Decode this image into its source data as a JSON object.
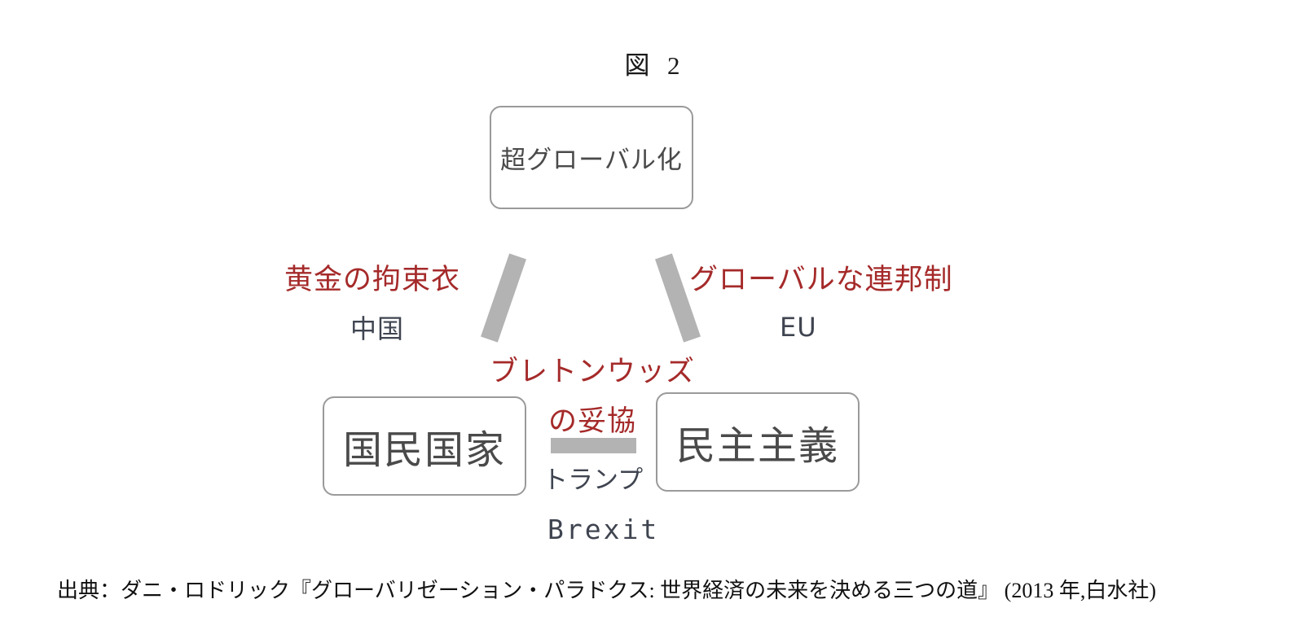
{
  "figure": {
    "title": "図  2",
    "source_caption": "出典：ダニ・ロドリック『グローバリゼーション・パラドクス: 世界経済の未来を決める三つの道』 (2013 年,白水社)"
  },
  "colors": {
    "red_accent": "#a52a2a",
    "node_border": "#9a9a9a",
    "node_text": "#4a4a4a",
    "connector_gray": "#b3b3b3",
    "secondary_text": "#3f4450",
    "background": "#ffffff"
  },
  "nodes": [
    {
      "id": "hyperglobalization",
      "label": "超グローバル化",
      "position": "top"
    },
    {
      "id": "nation-state",
      "label": "国民国家",
      "position": "bottom-left"
    },
    {
      "id": "democracy",
      "label": "民主主義",
      "position": "bottom-right"
    }
  ],
  "edges": [
    {
      "id": "golden-straitjacket",
      "between": [
        "nation-state",
        "hyperglobalization"
      ],
      "label": "黄金の拘束衣",
      "example": "中国",
      "label_color": "#a52a2a"
    },
    {
      "id": "global-federalism",
      "between": [
        "hyperglobalization",
        "democracy"
      ],
      "label": "グローバルな連邦制",
      "example": "EU",
      "label_color": "#a52a2a"
    },
    {
      "id": "bretton-woods-compromise",
      "between": [
        "nation-state",
        "democracy"
      ],
      "label_line1": "ブレトンウッズ",
      "label_line2": "の妥協",
      "example_1": "トランプ",
      "example_2": "Brexit",
      "label_color": "#a52a2a"
    }
  ],
  "chart_data": {
    "type": "diagram",
    "title": "図  2",
    "subtype": "trilemma-triangle",
    "vertices": [
      "超グローバル化",
      "国民国家",
      "民主主義"
    ],
    "edges": [
      {
        "name": "黄金の拘束衣",
        "endpoints": [
          "国民国家",
          "超グローバル化"
        ],
        "example": "中国"
      },
      {
        "name": "グローバルな連邦制",
        "endpoints": [
          "超グローバル化",
          "民主主義"
        ],
        "example": "EU"
      },
      {
        "name": "ブレトンウッズの妥協",
        "endpoints": [
          "国民国家",
          "民主主義"
        ],
        "example": "トランプ / Brexit"
      }
    ],
    "legend_position": "none",
    "grid": false
  }
}
